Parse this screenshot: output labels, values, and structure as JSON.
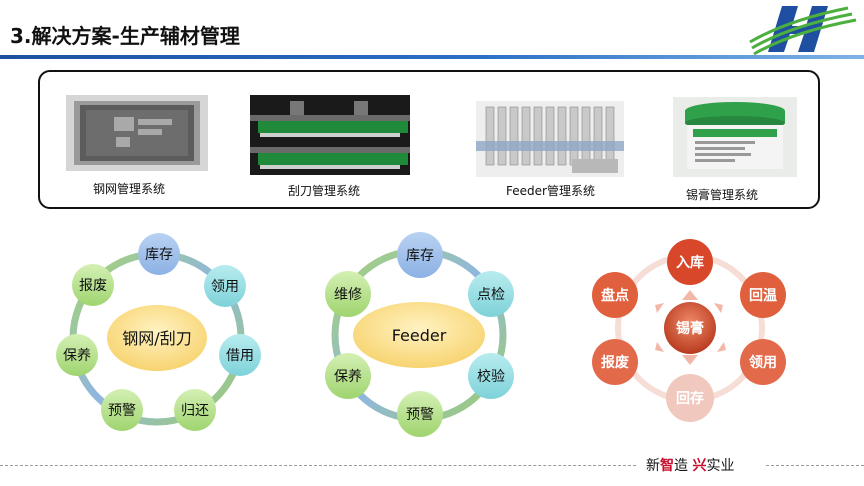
{
  "slide": {
    "title": "3.解决方案-生产辅材管理",
    "accent": "#1e50a0"
  },
  "systems": [
    {
      "caption": "钢网管理系统",
      "image": "stencil-photo"
    },
    {
      "caption": "刮刀管理系统",
      "image": "squeegee-photo"
    },
    {
      "caption": "Feeder管理系统",
      "image": "feeder-photo"
    },
    {
      "caption": "锡膏管理系统",
      "image": "solder-paste-photo"
    }
  ],
  "cycle1": {
    "center": "钢网/刮刀",
    "nodes": [
      "库存",
      "领用",
      "借用",
      "归还",
      "预警",
      "保养",
      "报废"
    ]
  },
  "cycle2": {
    "center": "Feeder",
    "nodes": [
      "库存",
      "点检",
      "校验",
      "预警",
      "保养",
      "维修"
    ]
  },
  "cycle3": {
    "center": "锡膏",
    "nodes": [
      "入库",
      "回温",
      "领用",
      "回存",
      "报废",
      "盘点"
    ],
    "colors": [
      "#d9472b",
      "#e0603e",
      "#e26a4a",
      "#f1c8bd",
      "#e26a4a",
      "#e0603e"
    ]
  },
  "footer": {
    "part1": "新",
    "part2": "智",
    "part3": "造",
    "part4": "兴",
    "part5": "实业"
  }
}
